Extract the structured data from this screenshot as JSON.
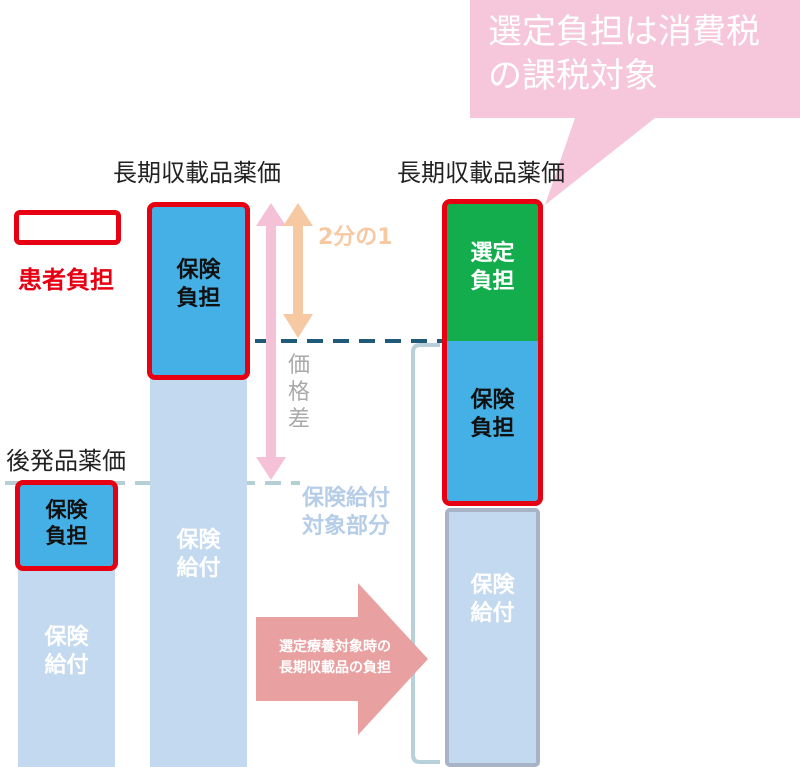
{
  "colors": {
    "insurance_benefit": "#c3d9ef",
    "insurance_burden": "#45b0e5",
    "selective_burden": "#14ad4d",
    "patient_frame": "#e60012",
    "callout": "#f6c6da",
    "arrow_peach": "#f6c9a3",
    "arrow_pink": "#f4c1d6",
    "flow_arrow": "#e9a0a0",
    "dashed_dark": "#1f5a78",
    "dashed_light": "#b5cfd6",
    "bracket": "#b7d0da"
  },
  "callout": {
    "text": "選定負担は消費税\nの課税対象"
  },
  "legend": {
    "label": "患者負担"
  },
  "labels": {
    "generic_price": "後発品薬価",
    "long_listed_price_left": "長期収載品薬価",
    "long_listed_price_right": "長期収載品薬価",
    "half": "2分の1",
    "price_diff": "価\n格\n差",
    "benefit_target": "保険給付\n対象部分",
    "flow_arrow": "選定療養対象時の\n長期収載品の負担"
  },
  "bars": {
    "generic": {
      "burden": "保険\n負担",
      "benefit": "保険\n給付"
    },
    "long_listed": {
      "burden": "保険\n負担",
      "benefit": "保険\n給付"
    },
    "selective": {
      "selective": "選定\n負担",
      "burden": "保険\n負担",
      "benefit": "保険\n給付"
    }
  }
}
